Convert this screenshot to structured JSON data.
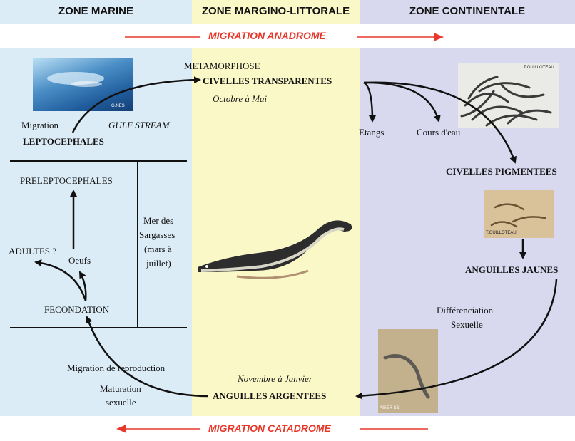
{
  "zones": {
    "marine": "ZONE MARINE",
    "margino": "ZONE MARGINO-LITTORALE",
    "continental": "ZONE CONTINENTALE"
  },
  "migrations": {
    "anadrome": "MIGRATION ANADROME",
    "catadrome": "MIGRATION CATADROME"
  },
  "labels": {
    "metamorphose": "METAMORPHOSE",
    "civelles_transparentes": "CIVELLES TRANSPARENTES",
    "octobre_mai": "Octobre à Mai",
    "migration": "Migration",
    "gulf_stream": "GULF STREAM",
    "leptocephales": "LEPTOCEPHALES",
    "preleptocephales": "PRELEPTOCEPHALES",
    "adultes": "ADULTES ?",
    "oeufs": "Oeufs",
    "fecondation": "FECONDATION",
    "mer_sargasses": [
      "Mer des",
      "Sargasses",
      "(mars à",
      "juillet)"
    ],
    "etangs": "Etangs",
    "cours_eau": "Cours d'eau",
    "civelles_pigmentees": "CIVELLES PIGMENTEES",
    "anguilles_jaunes": "ANGUILLES JAUNES",
    "differenciation": [
      "Différenciation",
      "Sexuelle"
    ],
    "migration_reproduction": "Migration de reproduction",
    "maturation": [
      "Maturation",
      "sexuelle"
    ],
    "novembre_janvier": "Novembre à Janvier",
    "anguilles_argentees": "ANGUILLES ARGENTEES"
  },
  "photo_credits": {
    "leptocephale": "G.NES",
    "civelles": "T.GUILLOTEAU",
    "pigmentees": "T.GUILLOTEAU",
    "argentee": "ASIER SS"
  },
  "colors": {
    "marine_bg": "#dcecf7",
    "margino_bg": "#fbf8c8",
    "continental_bg": "#d8d8ee",
    "migration_red": "#e8382b",
    "line": "#111111"
  }
}
